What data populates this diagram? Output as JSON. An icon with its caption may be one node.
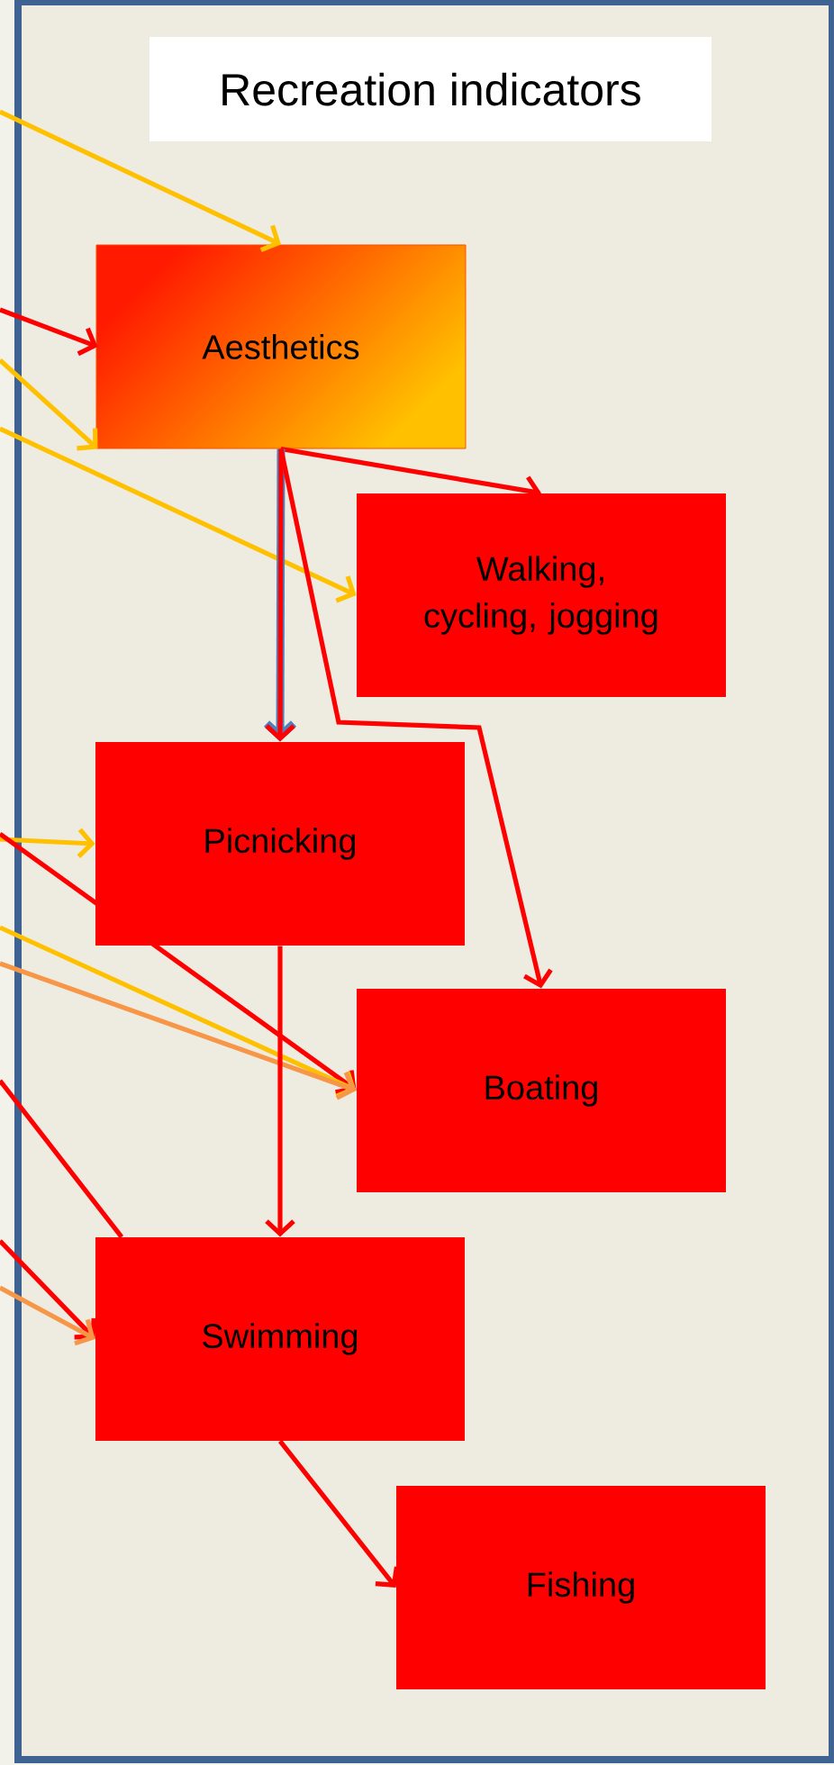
{
  "diagram": {
    "nodes": [
      {
        "text": [
          "Recreation indicators"
        ]
      },
      {
        "text": [
          "Aesthetics"
        ],
        "in": 0
      },
      {
        "text": [
          "Walking, cycling, jogging"
        ],
        "in": 0
      },
      {
        "text": [
          "Picnicking"
        ],
        "in": 0
      },
      {
        "text": [
          "Boating"
        ],
        "in": 0
      },
      {
        "text": [
          "Swimming"
        ],
        "in": 0
      },
      {
        "text": [
          "Fishing"
        ],
        "in": 0
      }
    ],
    "edges": [
      {
        "from": null,
        "to": 1,
        "arrow": "to",
        "color": "#ffc000"
      },
      {
        "from": null,
        "to": 1,
        "arrow": "to"
      },
      {
        "from": null,
        "to": 1,
        "arrow": "to",
        "color": "#ffc000"
      },
      {
        "from": null,
        "to": 2,
        "arrow": "to",
        "color": "#ffc000"
      },
      {
        "from": 1,
        "to": 2,
        "arrow": "to"
      },
      {
        "from": 1,
        "to": 3,
        "arrow": "to",
        "color": "#4f81bd"
      },
      {
        "from": 1,
        "to": 3,
        "arrow": "to"
      },
      {
        "from": 1,
        "to": 4,
        "arrow": "to"
      },
      {
        "from": null,
        "to": 3,
        "arrow": "to",
        "color": "#ffc000"
      },
      {
        "from": null,
        "to": 4,
        "arrow": "to"
      },
      {
        "from": null,
        "to": 4,
        "arrow": "to",
        "color": "#ffc000"
      },
      {
        "from": null,
        "to": 4,
        "arrow": "to",
        "color": "#f79646"
      },
      {
        "from": 3,
        "to": 5,
        "arrow": "to"
      },
      {
        "from": null,
        "to": 5,
        "arrow": "none"
      },
      {
        "from": null,
        "to": 5,
        "arrow": "to"
      },
      {
        "from": null,
        "to": 5,
        "arrow": "to",
        "color": "#f79646"
      },
      {
        "from": 5,
        "to": 6,
        "arrow": "to"
      }
    ]
  }
}
